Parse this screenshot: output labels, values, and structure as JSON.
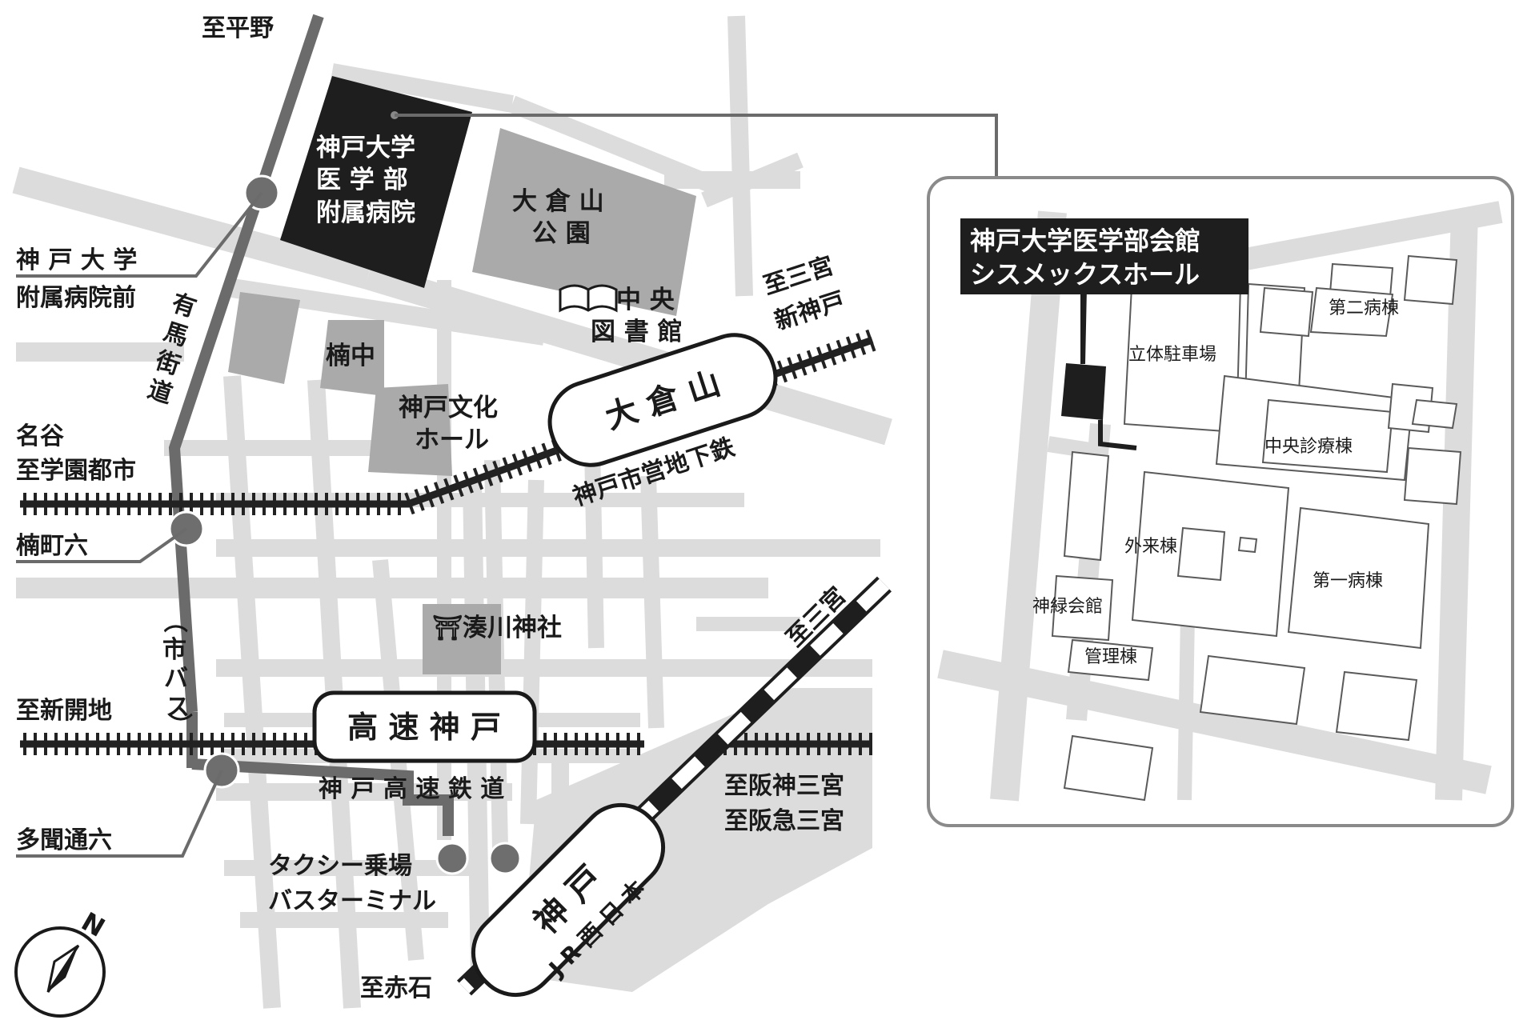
{
  "main_map": {
    "direction_hirano": "至平野",
    "hospital_label": [
      "神戸大学",
      "医 学 部",
      "附属病院"
    ],
    "park_label": [
      "大 倉 山",
      "公 園"
    ],
    "library_label": [
      "中 央",
      "図 書 館"
    ],
    "school_label": "楠中",
    "culture_hall_label": [
      "神戸文化",
      "ホール"
    ],
    "shrine_label": "湊川神社",
    "bus_stop_hospital": [
      "神 戸 大 学",
      "附属病院前"
    ],
    "arima_road": [
      "有",
      "馬",
      "街",
      "道"
    ],
    "city_bus": [
      "（",
      "市",
      "バ",
      "ス",
      "）"
    ],
    "direction_nagoya": [
      "名谷",
      "至学園都市"
    ],
    "bus_stop_kusunoki": "楠町六",
    "direction_shinkaichi": "至新開地",
    "bus_stop_tamon": "多聞通六",
    "direction_sannomiya_subway": [
      "至三宮",
      "新神戸"
    ],
    "station_okurayama": "大 倉 山",
    "subway_line": "神戸市営地下鉄",
    "station_kosoku_kobe": "高 速 神 戸",
    "kosoku_line": "神 戸 高 速 鉄 道",
    "direction_hanshin": [
      "至阪神三宮",
      "至阪急三宮"
    ],
    "direction_sannomiya_jr": "至三宮",
    "taxi_label": [
      "タクシー乗場",
      "バスターミナル"
    ],
    "station_kobe": "神 戸",
    "jr_line": "J R 西 日 本",
    "direction_akashi": "至赤石",
    "compass_north": "N"
  },
  "inset_map": {
    "title": [
      "神戸大学医学部会館",
      "シスメックスホール"
    ],
    "parking": "立体駐車場",
    "ward_2": "第二病棟",
    "central_clinic": "中央診療棟",
    "outpatient": "外来棟",
    "ward_1": "第一病棟",
    "shinryoku_hall": "神緑会館",
    "admin": "管理棟"
  }
}
